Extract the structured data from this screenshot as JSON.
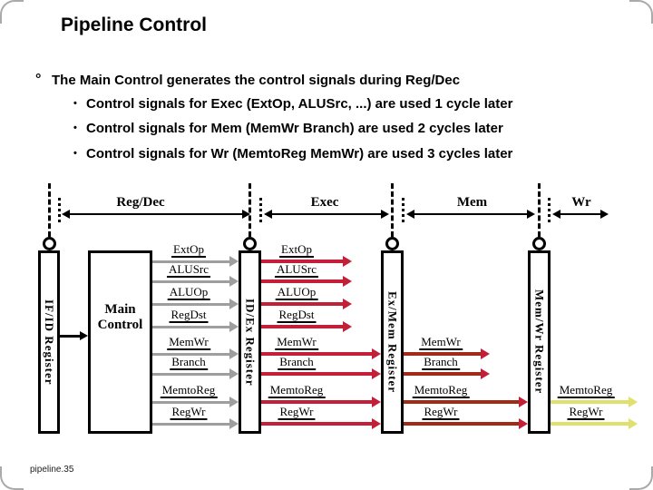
{
  "slide": {
    "title": "Pipeline Control",
    "footer": "pipeline.35"
  },
  "bullets": {
    "level1_marker": "°",
    "level1_text": "The Main Control generates the control signals during Reg/Dec",
    "level2_marker": "•",
    "items": [
      "Control signals for Exec (ExtOp, ALUSrc, ...) are used 1 cycle later",
      "Control signals for Mem (MemWr Branch) are used 2 cycles later",
      "Control signals for Wr (MemtoReg MemWr) are used 3 cycles later"
    ]
  },
  "diagram": {
    "stages": [
      {
        "id": "regdec",
        "label": "Reg/Dec"
      },
      {
        "id": "exec",
        "label": "Exec"
      },
      {
        "id": "mem",
        "label": "Mem"
      },
      {
        "id": "wr",
        "label": "Wr"
      }
    ],
    "registers": [
      {
        "id": "ifid",
        "label": "IF/ID Register"
      },
      {
        "id": "idex",
        "label": "ID/Ex Register"
      },
      {
        "id": "exmem",
        "label": "Ex/Mem Register"
      },
      {
        "id": "memwr",
        "label": "Mem/Wr Register"
      }
    ],
    "main_control_label": "Main Control",
    "signals": [
      {
        "name": "ExtOp",
        "consumed_in": "exec"
      },
      {
        "name": "ALUSrc",
        "consumed_in": "exec"
      },
      {
        "name": "ALUOp",
        "consumed_in": "exec"
      },
      {
        "name": "RegDst",
        "consumed_in": "exec"
      },
      {
        "name": "MemWr",
        "consumed_in": "mem"
      },
      {
        "name": "Branch",
        "consumed_in": "mem"
      },
      {
        "name": "MemtoReg",
        "consumed_in": "wr"
      },
      {
        "name": "RegWr",
        "consumed_in": "wr"
      }
    ],
    "colors": {
      "regdec_wire": "#9e9e9e",
      "exec_wire": "#c41f38",
      "mem_wire": "#a02c18",
      "mem_arrowhead": "#c41f38",
      "wr_wire": "#e0e06c",
      "black_wire": "#000000"
    }
  }
}
